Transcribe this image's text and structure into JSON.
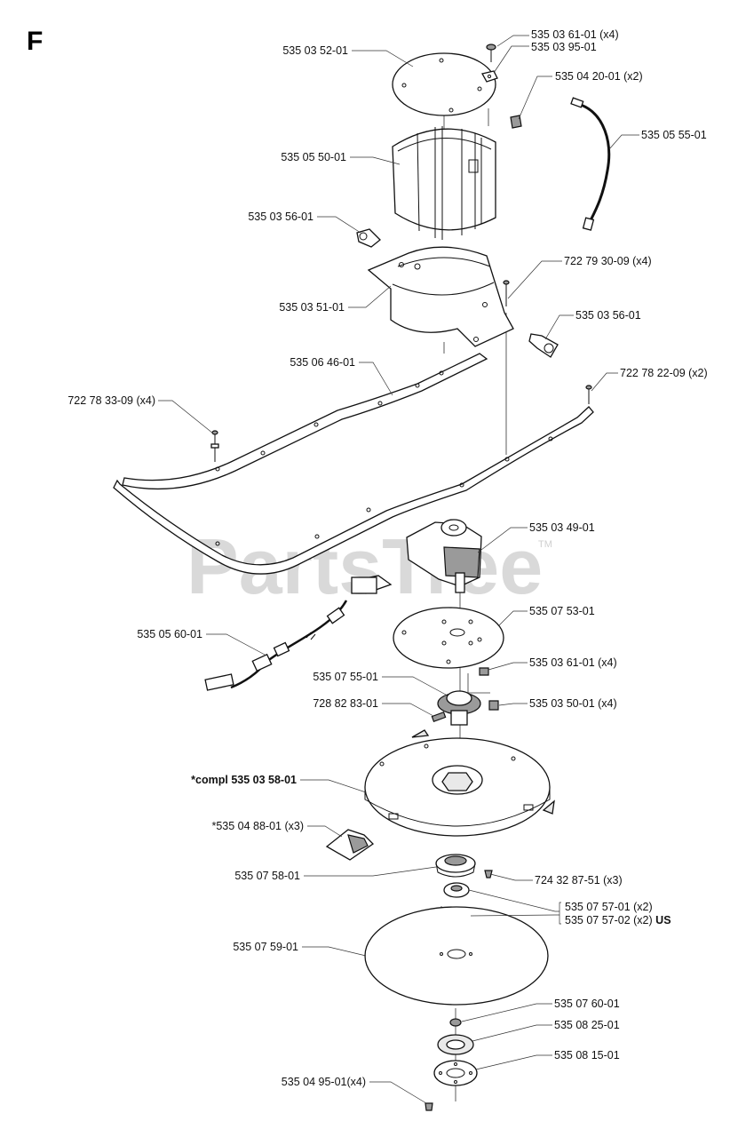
{
  "section_letter": "F",
  "watermark": "PartsTree",
  "watermark_tm": "TM",
  "labels": {
    "p1": "535 03 52-01",
    "p2": "535 03 61-01 (x4)",
    "p3": "535 03 95-01",
    "p4": "535 04 20-01 (x2)",
    "p5": "535 05 55-01",
    "p6": "535 05 50-01",
    "p7": "535 03 56-01",
    "p8": "722 79 30-09 (x4)",
    "p9": "535 03 51-01",
    "p10": "535 03 56-01",
    "p11": "535 06 46-01",
    "p12": "722 78 22-09 (x2)",
    "p13": "722 78 33-09 (x4)",
    "p14": "535 03 49-01",
    "p15": "535 07 53-01",
    "p16": "535 05 60-01",
    "p17": "535 07 55-01",
    "p18": "535 03 61-01 (x4)",
    "p19": "728 82 83-01",
    "p20": "535 03 50-01 (x4)",
    "p21": "*compl 535 03 58-01",
    "p22": "*535 04 88-01 (x3)",
    "p23": "535 07 58-01",
    "p24": "724 32 87-51 (x3)",
    "p25": "535 07 57-01 (x2)",
    "p26": "535 07 57-02 (x2)",
    "p26_suffix": "US",
    "p27": "535 07 59-01",
    "p28": "535 07 60-01",
    "p29": "535 08 25-01",
    "p30": "535 08 15-01",
    "p31": "535 04 95-01(x4)"
  }
}
